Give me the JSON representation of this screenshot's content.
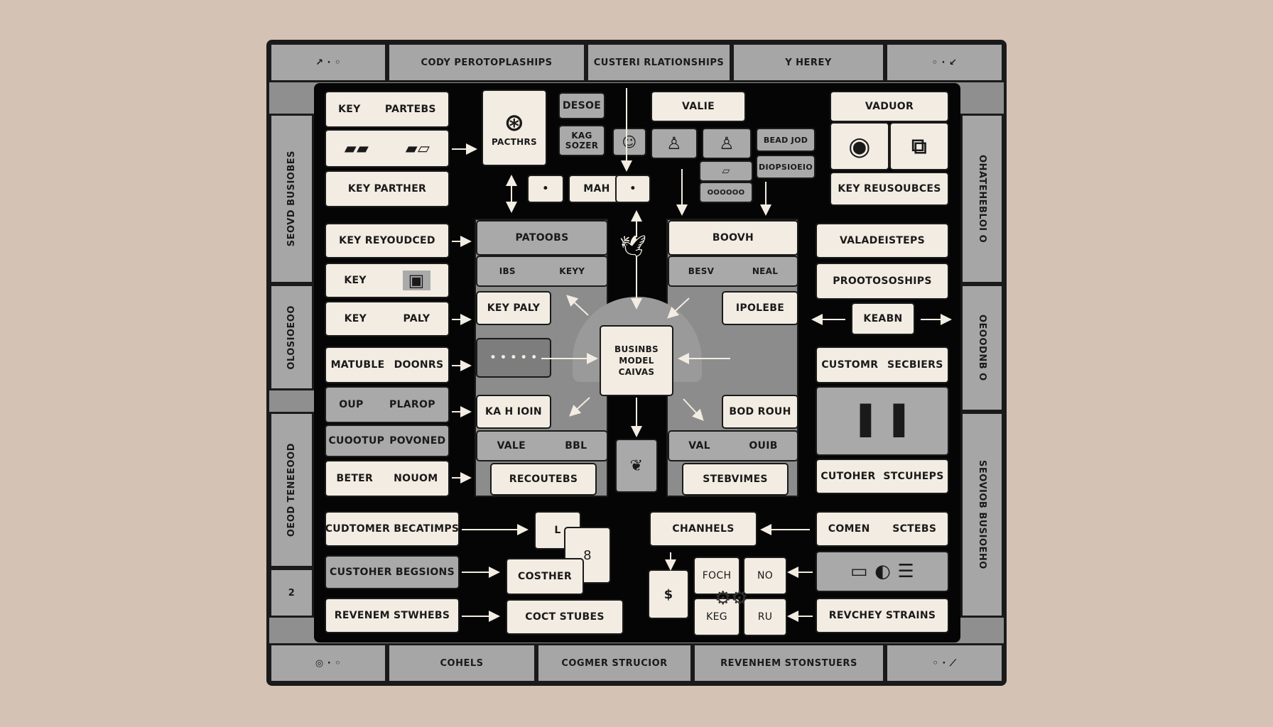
{
  "rim": {
    "top": [
      "CODY PEROTOPLASHIPS",
      "CUSTERI RLATIONSHIPS",
      "Y HEREY"
    ],
    "bottom": [
      "COHELS",
      "COGMER STRUCIOR",
      "REVENHEM STONSTUERS"
    ],
    "left": [
      "SEOVD BUSIOBES",
      "OLOSIOEOO",
      "OEOD TENEEOOD",
      "2"
    ],
    "right": [
      "OHATEHEBLOI O",
      "OEOODNB O",
      "SEOVIOB BUSIOEHO"
    ]
  },
  "left_col": {
    "r1": [
      "KEY",
      "PARTEBS"
    ],
    "r3": "KEY    PARTHER",
    "r4": "KEY   REYOUDCED",
    "r5": "KEY",
    "r6": [
      "KEY",
      "PALY"
    ],
    "r7": [
      "MATUBLE",
      "DOONRS"
    ],
    "r8": [
      "OUP",
      "PLAROP"
    ],
    "r9": [
      "CUOOTUP",
      "POVONED"
    ],
    "r10": [
      "BETER",
      "NOUOM"
    ],
    "r11": "CUDTOMER BECATIMPS",
    "r12": "CUSTOHER BEGSIONS",
    "r13": "REVENEM STWHEBS"
  },
  "top_mid": {
    "partners": "PACTHRS",
    "desoe": "DESOE",
    "kag": "KAG SOZER",
    "value": "VALIE",
    "mah": "MAH",
    "dot1": "•",
    "dot2": "•",
    "bead": "BEAD JOD",
    "biope": "DIOPSIOEIO",
    "oooo": "OOOOOO"
  },
  "center": {
    "patoobs": "PATOOBS",
    "ibs": "IBS",
    "keyy": "KEYY",
    "keypaly": "KEY PALY",
    "dots": "• • • • •",
    "kahioin": "KA H IOIN",
    "vale": "VALE",
    "bbl": "BBL",
    "recoutebs": "RECOUTEBS",
    "boovn": "BOOVH",
    "besv": "BESV",
    "neal": "NEAL",
    "ipolebe": "IPOLEBE",
    "boorouh": "BOD ROUH",
    "val": "VAL",
    "ouib": "OUIB",
    "stebvimes": "STEBVIMES",
    "bmc": "BUSINBS MODEL CAIVAS"
  },
  "right_col": {
    "vaduor": "VADUOR",
    "keyres": "KEY REUSOUBCES",
    "valade": "VALADEISTEPS",
    "proto": "PROOTOSOSHIPS",
    "kerbn": "KEABN",
    "custom": [
      "CUSTOMR",
      "SECBIERS"
    ],
    "cutoher": [
      "CUTOHER",
      "STCUHEPS"
    ],
    "comen": [
      "COMEN",
      "SCTEBS"
    ],
    "revenue": "REVCHEY STRAINS"
  },
  "bottom_mid": {
    "lb": "L",
    "eight": "8",
    "costher": "COSTHER",
    "coct": "COCT STUBES",
    "channels": "CHANHELS",
    "dollar": "$",
    "foch": "FOCH",
    "no": "NO",
    "keg": "KEG",
    "ru": "RU"
  }
}
